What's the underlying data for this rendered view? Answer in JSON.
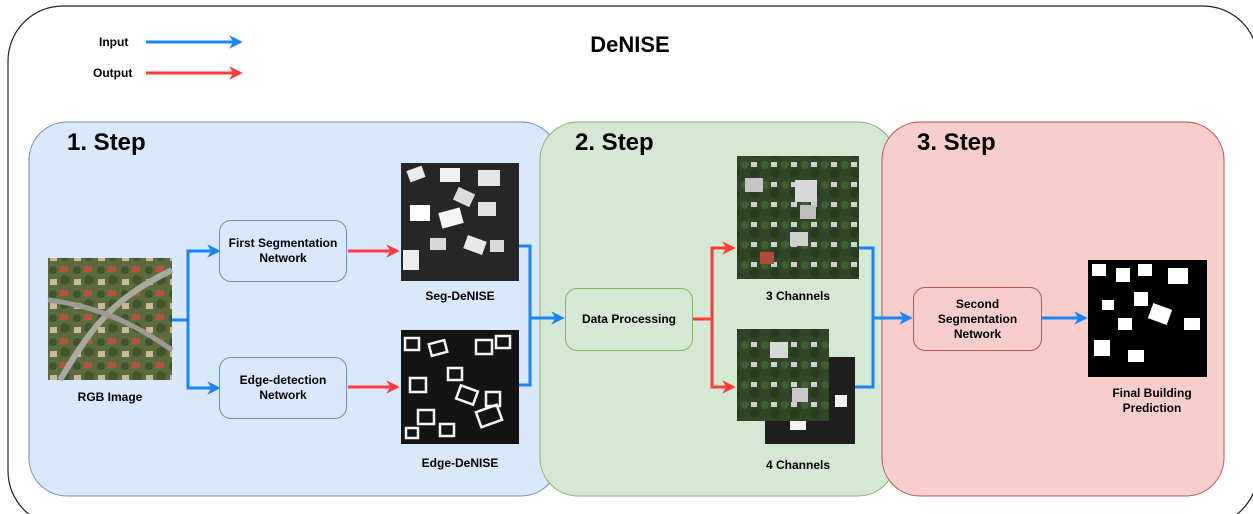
{
  "title": "DeNISE",
  "legend": {
    "input_label": "Input",
    "output_label": "Output",
    "input_color": "#1a84ff",
    "output_color": "#ff3b3b"
  },
  "steps": [
    {
      "label": "1. Step",
      "color": "#dae8fc"
    },
    {
      "label": "2. Step",
      "color": "#d5e8d4"
    },
    {
      "label": "3. Step",
      "color": "#f8cecc"
    }
  ],
  "nodes": {
    "rgb_image": "RGB Image",
    "first_seg_line1": "First Segmentation",
    "first_seg_line2": "Network",
    "edge_det_line1": "Edge-detection",
    "edge_det_line2": "Network",
    "seg_denise": "Seg-DeNISE",
    "edge_denise": "Edge-DeNISE",
    "data_processing": "Data Processing",
    "three_channels": "3 Channels",
    "four_channels": "4 Channels",
    "second_seg_line1": "Second",
    "second_seg_line2": "Segmentation",
    "second_seg_line3": "Network",
    "final_line1": "Final Building",
    "final_line2": "Prediction"
  }
}
